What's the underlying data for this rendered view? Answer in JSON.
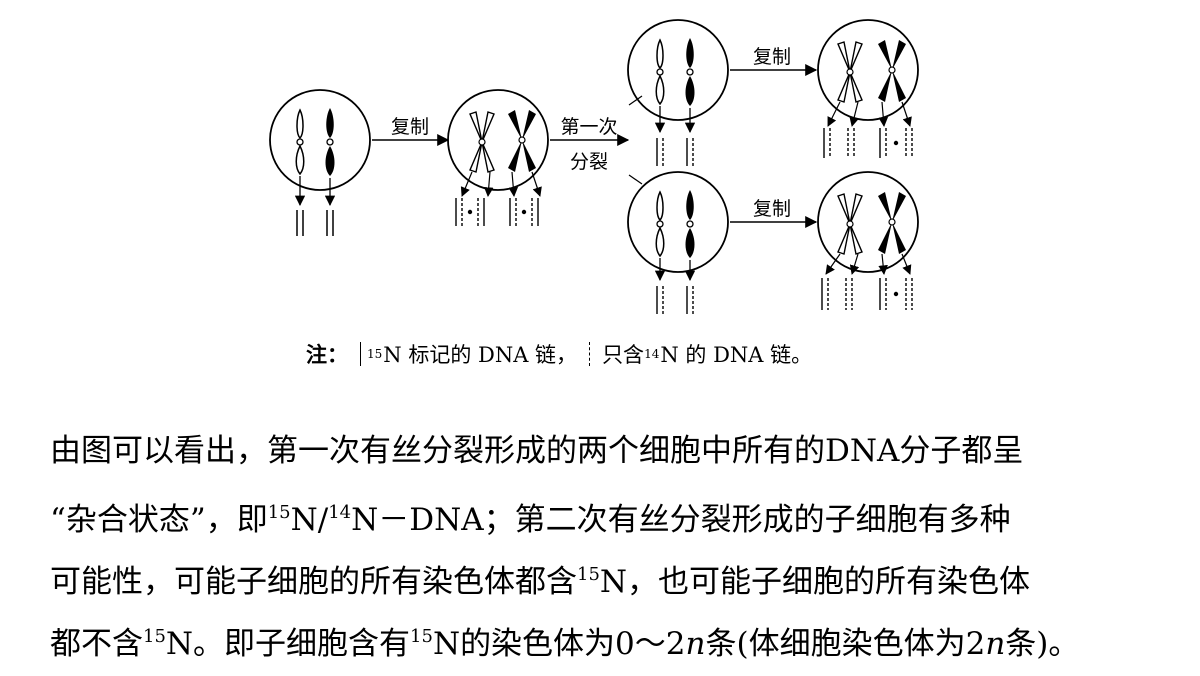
{
  "diagram": {
    "arrow_labels": {
      "replicate": "复制",
      "first_division_line1": "第一次",
      "first_division_line2": "分裂"
    }
  },
  "note": {
    "label": "注：",
    "isotope_15": "15",
    "text1": "N 标记的 DNA 链，",
    "isotope_14": "14",
    "text2a": "只含",
    "text2b": "N 的 DNA 链。"
  },
  "paragraph": {
    "line1": "由图可以看出，第一次有丝分裂形成的两个细胞中所有的DNA分子都呈",
    "line2a": "“杂合状态”，即",
    "sup_15": "15",
    "line2b": "N/",
    "sup_14": "14",
    "line2c": "N－DNA；第二次有丝分裂形成的子细胞有多种",
    "line3a": "可能性，可能子细胞的所有染色体都含",
    "line3b": "N，也可能子细胞的所有染色体",
    "line4a": "都不含",
    "line4b": "N。即子细胞含有",
    "line4c": "N的染色体为0～2",
    "n_var": "n",
    "line4d": "条(体细胞染色体为2",
    "line4e": "条)。"
  }
}
